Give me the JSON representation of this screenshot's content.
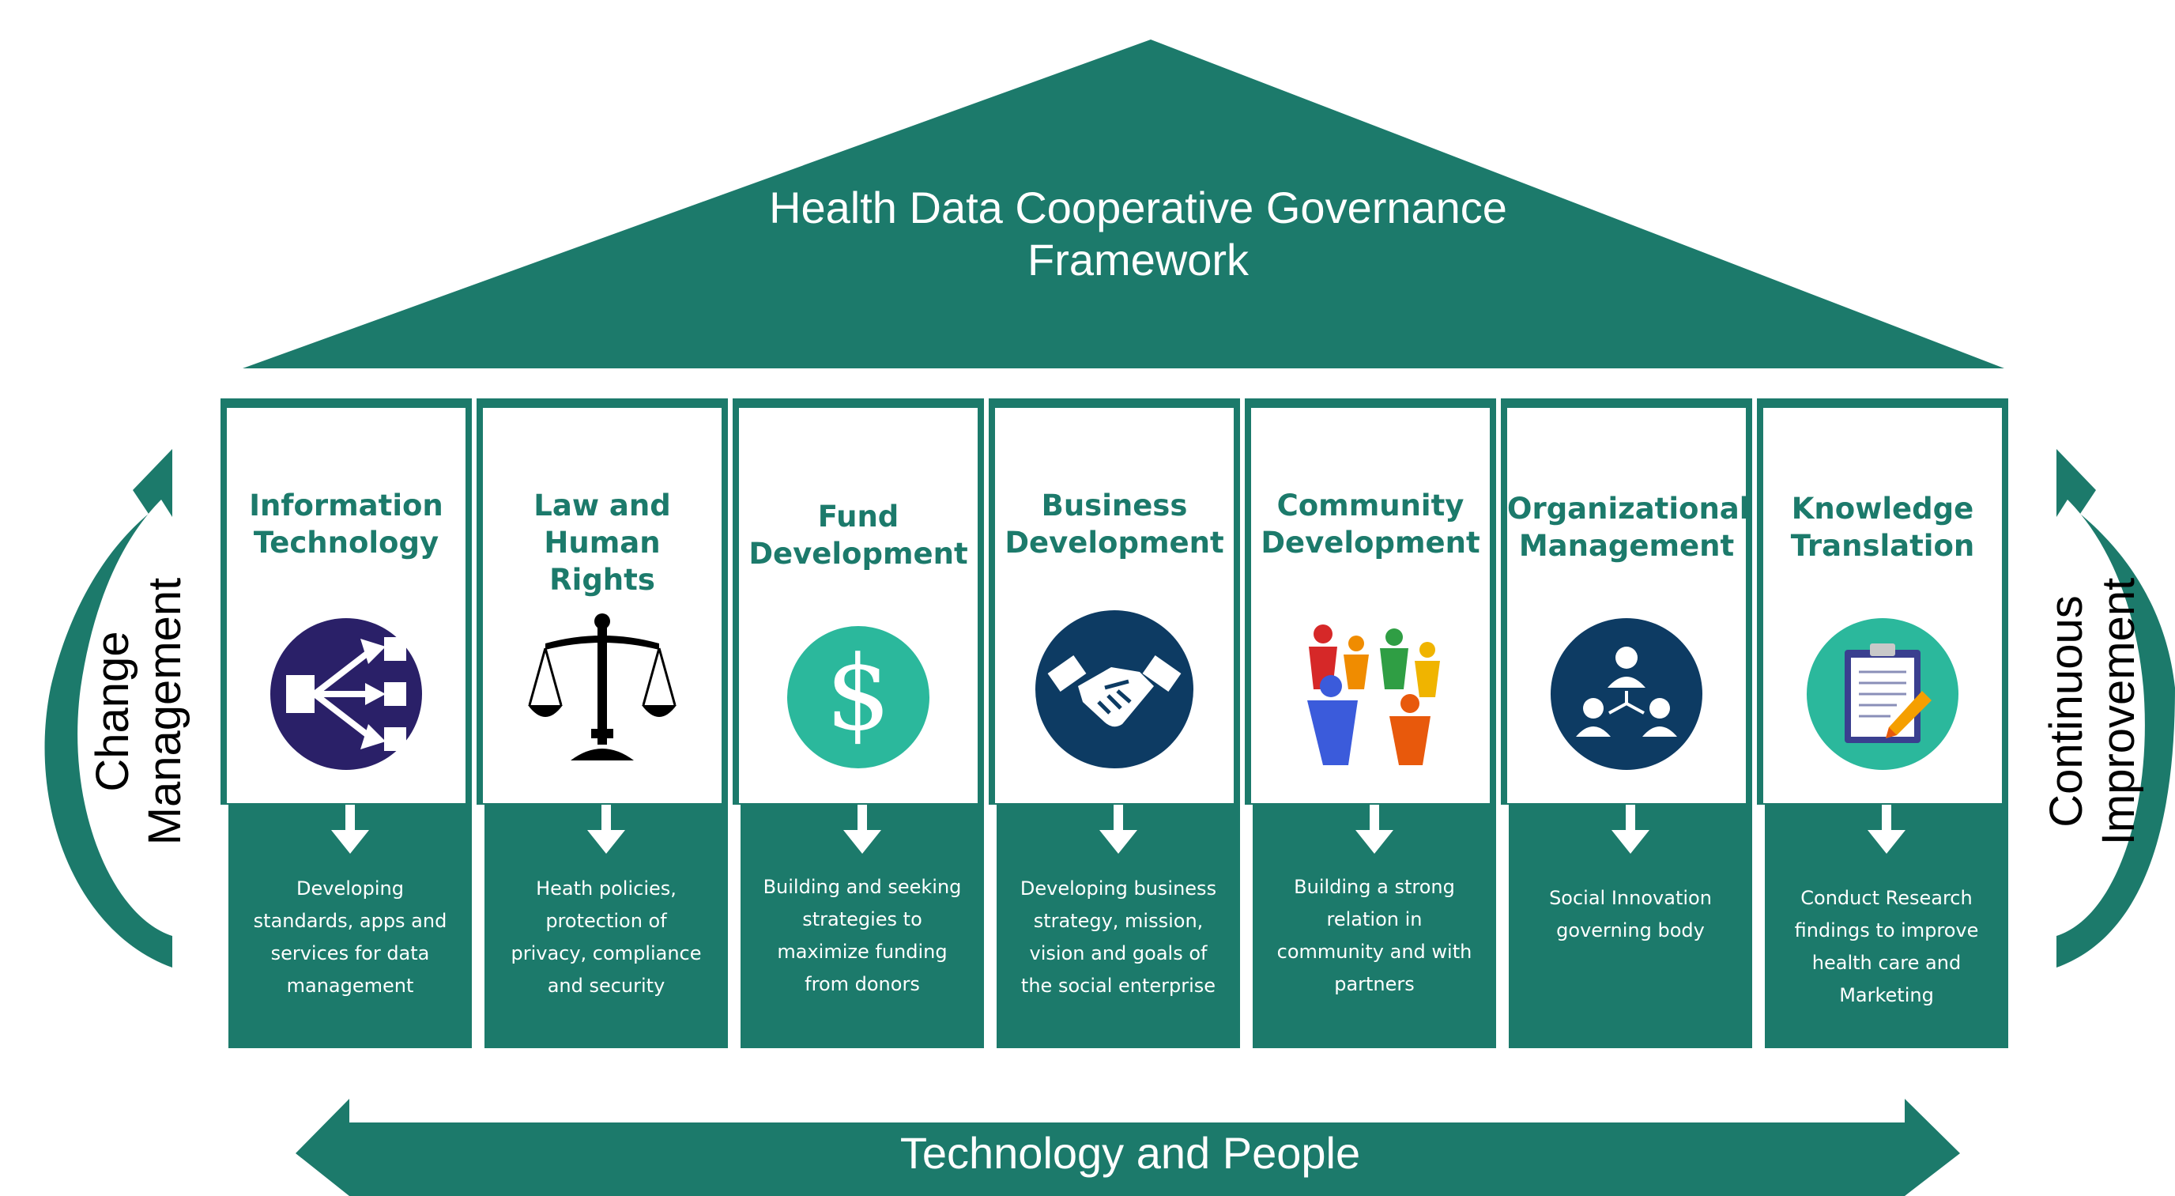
{
  "title": {
    "line1": "Health Data Cooperative Governance",
    "line2": "Framework"
  },
  "colors": {
    "teal": "#1c7a6b",
    "white": "#ffffff"
  },
  "left_label": {
    "line1": "Change",
    "line2": "Management"
  },
  "right_label": {
    "line1": "Continuous",
    "line2": "Improvement"
  },
  "bottom_label": "Technology and People",
  "pillars": [
    {
      "title": [
        "Information",
        "Technology"
      ],
      "icon": "network-hierarchy-icon",
      "description": [
        "Developing",
        "standards, apps and",
        "services for data",
        "management"
      ]
    },
    {
      "title": [
        "Law and",
        "Human",
        "Rights"
      ],
      "icon": "scales-of-justice-icon",
      "description": [
        "Heath policies,",
        "protection of",
        "privacy, compliance",
        "and security"
      ]
    },
    {
      "title": [
        "Fund",
        "Development"
      ],
      "icon": "dollar-sign-icon",
      "description": [
        "Building and seeking",
        "strategies to",
        "maximize funding",
        "from donors"
      ]
    },
    {
      "title": [
        "Business",
        "Development"
      ],
      "icon": "handshake-icon",
      "description": [
        "Developing business",
        "strategy, mission,",
        "vision and goals of",
        "the social enterprise"
      ]
    },
    {
      "title": [
        "Community",
        "Development"
      ],
      "icon": "community-people-icon",
      "description": [
        "Building a strong",
        "relation in",
        "community and with",
        "partners"
      ]
    },
    {
      "title": [
        "Organizational",
        "Management"
      ],
      "icon": "org-chart-people-icon",
      "description": [
        "Social Innovation",
        "governing body"
      ]
    },
    {
      "title": [
        "Knowledge",
        "Translation"
      ],
      "icon": "clipboard-pencil-icon",
      "description": [
        "Conduct Research",
        "findings to improve",
        "health care  and",
        "Marketing"
      ]
    }
  ]
}
